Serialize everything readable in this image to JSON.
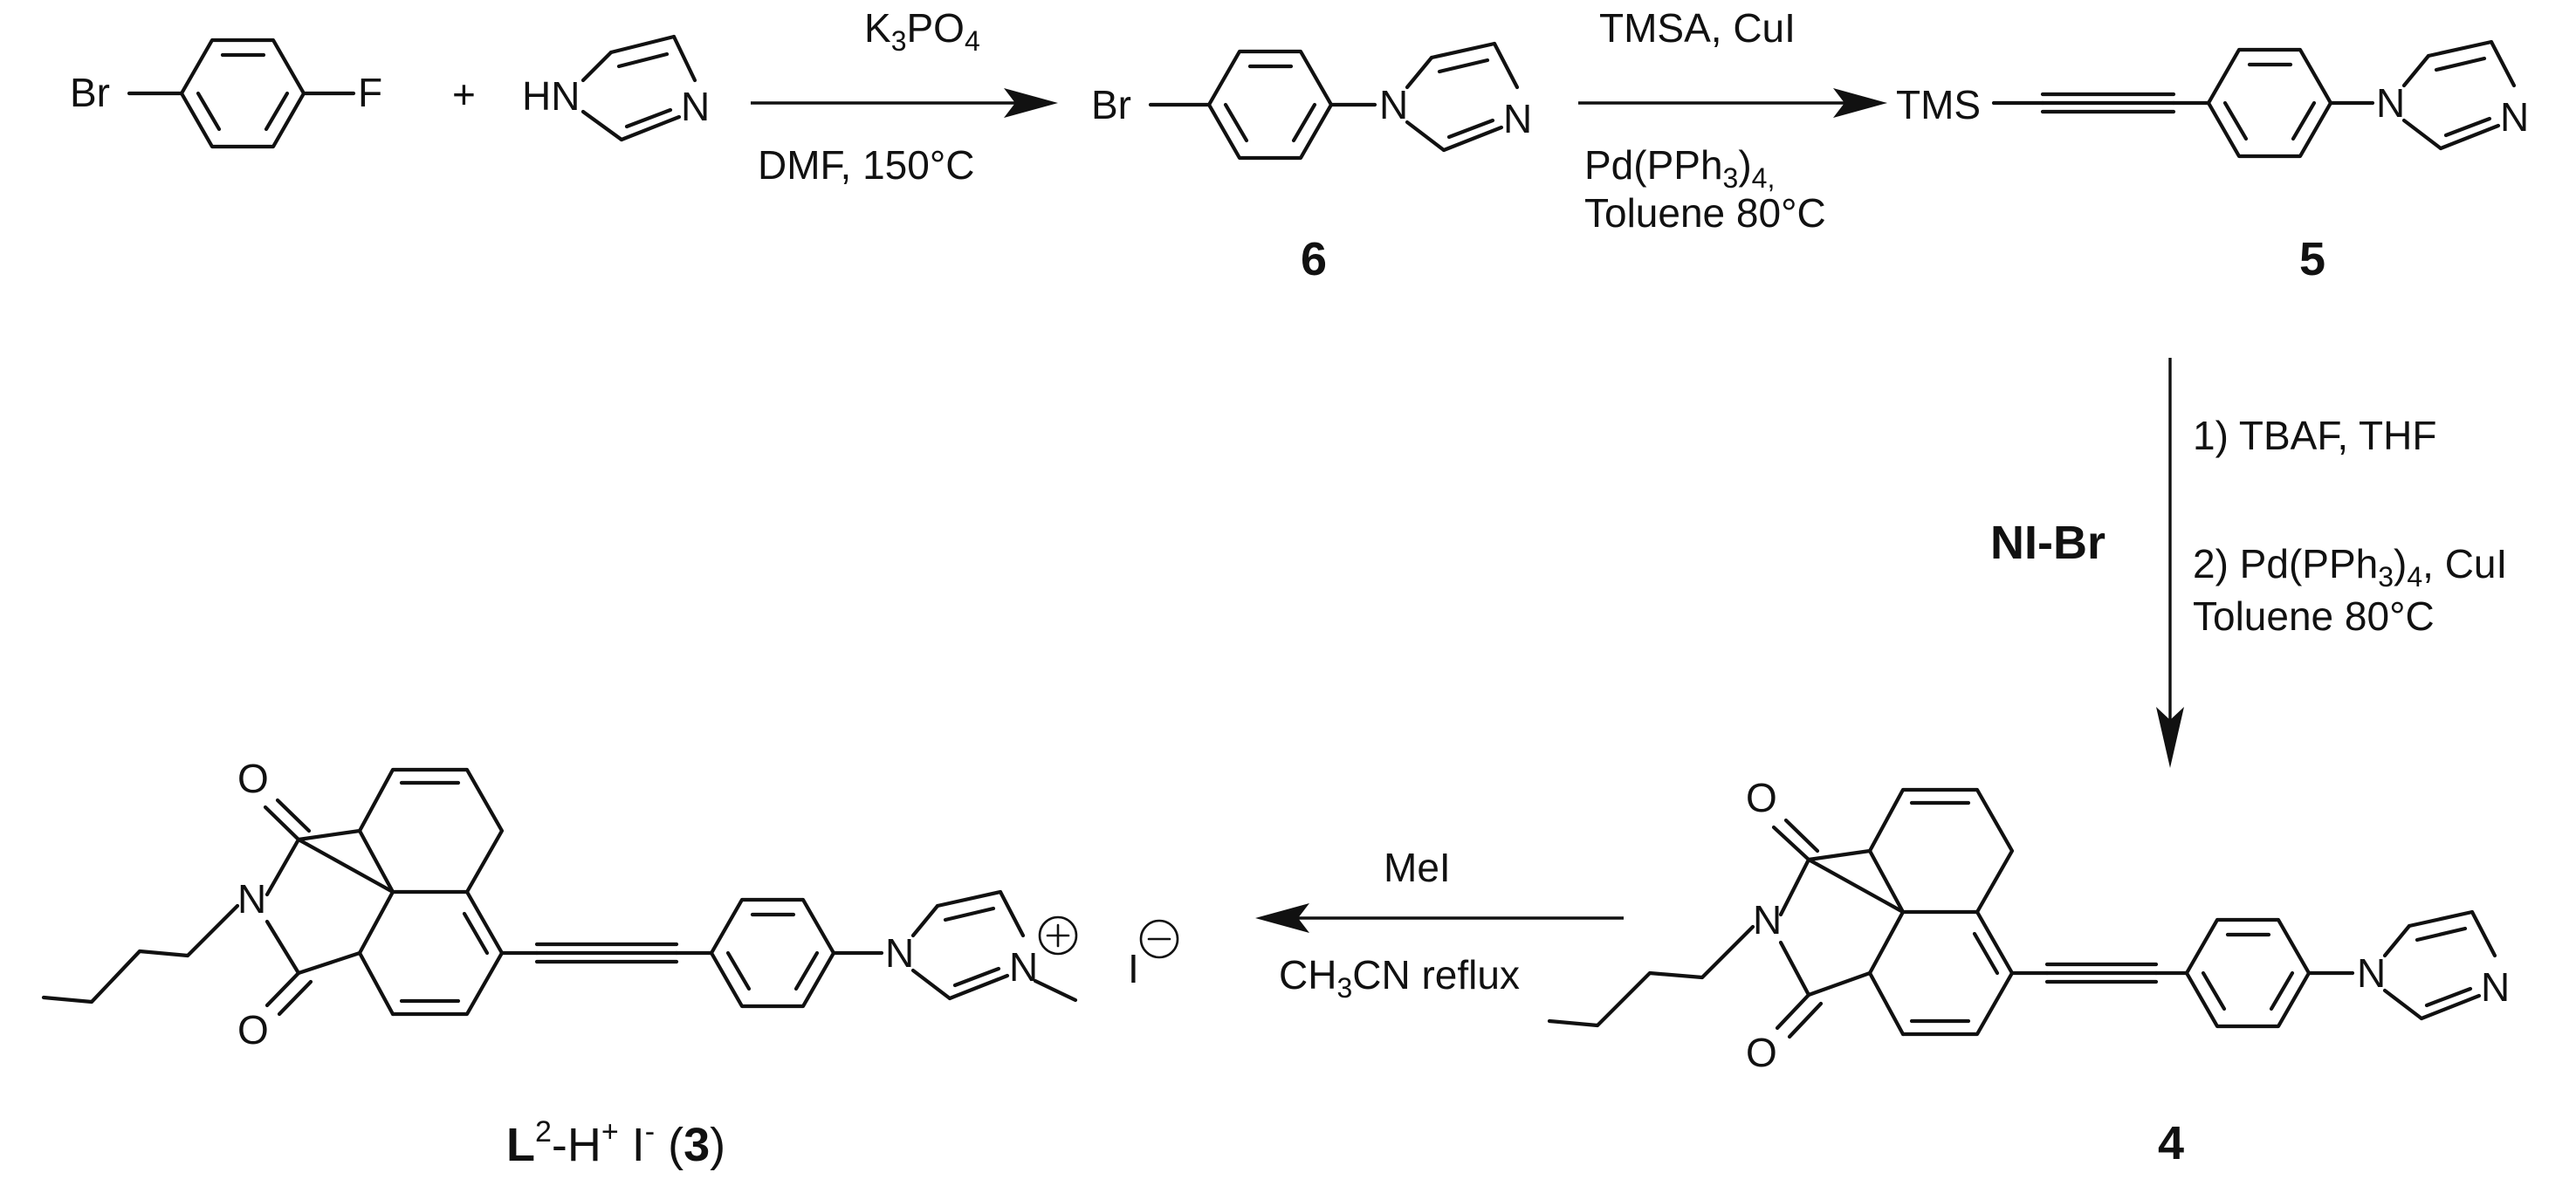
{
  "scheme": {
    "reagents": {
      "step1_top": "K3PO4",
      "step1_bottom": "DMF, 150°C",
      "step2_top": "TMSA, CuI",
      "step2_bottom_line1": "Pd(PPh3)4,",
      "step2_bottom_line2": "Toluene 80°C",
      "step3_left": "NI-Br",
      "step3_line1": "1)  TBAF, THF",
      "step3_line2": "2)  Pd(PPh3)4, CuI",
      "step3_line3": "Toluene 80°C",
      "step4_top": "MeI",
      "step4_bottom": "CH3CN reflux"
    },
    "compounds": {
      "c6": "6",
      "c5": "5",
      "c4": "4",
      "c3_label": "L2-H+ I- (3)",
      "c3_number": "3"
    },
    "atoms": {
      "Br": "Br",
      "F": "F",
      "HN": "HN",
      "N": "N",
      "O": "O",
      "I": "I",
      "TMS": "TMS",
      "plus": "+"
    }
  }
}
